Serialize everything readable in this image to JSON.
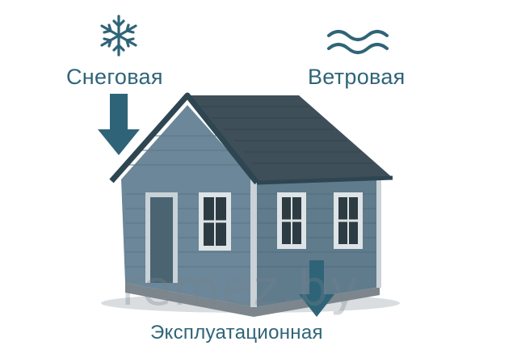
{
  "loads": {
    "snow": {
      "label": "Снеговая",
      "icon": "snowflake-icon"
    },
    "wind": {
      "label": "Ветровая",
      "icon": "wind-waves-icon"
    },
    "operational": {
      "label": "Эксплуатационная",
      "icon": "arrow-down-icon"
    }
  },
  "watermark": "remez.by",
  "colors": {
    "accent": "#2f6478",
    "arrow": "#2f6478",
    "wall": "#6b8799",
    "wall_dark": "#56717f",
    "roof": "#3e4f59",
    "trim": "#dde3e6"
  }
}
